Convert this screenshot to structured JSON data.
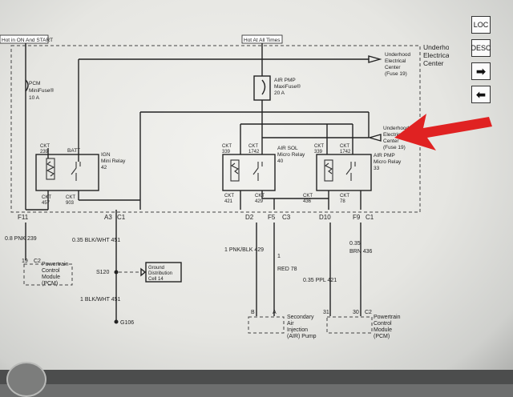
{
  "toolbar": {
    "buttons": [
      {
        "name": "loc-button",
        "label": "LOC"
      },
      {
        "name": "desc-button",
        "label": "DESC"
      },
      {
        "name": "forward-arrow-button",
        "label": "➡"
      },
      {
        "name": "back-arrow-button",
        "label": "⬅"
      }
    ]
  },
  "diagram": {
    "hot_run_start": "Hot in ON And START",
    "hot_at_all_times": "Hot At All Times",
    "underhood_center": [
      "Underhood",
      "Electrical",
      "Center"
    ],
    "fuse_uec_top": [
      "Underhood",
      "Electrical",
      "Center",
      "(Fuse 19)"
    ],
    "fuse_uec_mid": [
      "Underhood",
      "Electrical",
      "Center",
      "(Fuse 19)"
    ],
    "pcm_fuse": [
      "PCM",
      "MiniFuse®",
      "10 A"
    ],
    "air_pmp_fuse": [
      "AIR PMP",
      "MaxiFuse®",
      "20 A"
    ],
    "ign_relay": {
      "label": [
        "IGN",
        "Mini Relay",
        "42"
      ],
      "batt": "BATT",
      "ckt_top": [
        "CKT",
        "239"
      ],
      "ckt_bl": [
        "CKT",
        "457"
      ],
      "ckt_br": [
        "CKT",
        "903"
      ]
    },
    "air_sol_relay": {
      "label": [
        "AIR SOL",
        "Micro Relay",
        "40"
      ],
      "ckt_tl": [
        "CKT",
        "339"
      ],
      "ckt_tr": [
        "CKT",
        "1742"
      ],
      "ckt_bl": [
        "CKT",
        "421"
      ],
      "ckt_br": [
        "CKT",
        "429"
      ]
    },
    "air_pmp_relay": {
      "label": [
        "AIR PMP",
        "Micro Relay",
        "33"
      ],
      "ckt_tl": [
        "CKT",
        "339"
      ],
      "ckt_tr": [
        "CKT",
        "1742"
      ],
      "ckt_bl": [
        "CKT",
        "436"
      ],
      "ckt_br": [
        "CKT",
        "78"
      ]
    },
    "pins": {
      "f11": "F11",
      "a3": "A3",
      "c1a": "C1",
      "d2": "D2",
      "f5": "F5",
      "c3": "C3",
      "d10": "D10",
      "f9": "F9",
      "c1b": "C1"
    },
    "wires": {
      "w239": "0.8 PNK   239",
      "w451a": "0.35 BLK/WHT   451",
      "w429": "1 PNK/BLK   429",
      "w78": [
        "1",
        "RED   78"
      ],
      "w421": "0.35 PPL   421",
      "w436": [
        "0.35",
        "BRN   436"
      ],
      "w451b": "1 BLK/WHT   451"
    },
    "pcm_left": {
      "pin": "19",
      "conn": "C2",
      "label": [
        "Powertrain",
        "Control",
        "Module",
        "(PCM)"
      ]
    },
    "splice": "S120",
    "ground_dist": [
      "Ground",
      "Distribution",
      "Cell 14"
    ],
    "ground": "G106",
    "air_pump": {
      "pin_b": "B",
      "pin_a": "A",
      "label": [
        "Secondary",
        "Air",
        "Injection",
        "(AIR) Pump"
      ]
    },
    "pcm_right": {
      "pin_31": "31",
      "pin_30": "30",
      "conn": "C2",
      "label": [
        "Powertrain",
        "Control",
        "Module",
        "(PCM)"
      ]
    }
  }
}
